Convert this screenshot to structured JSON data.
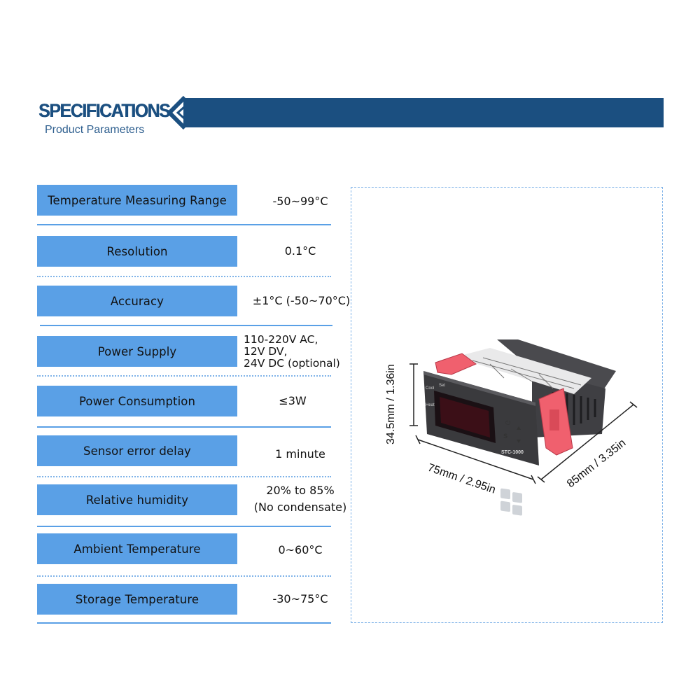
{
  "header": {
    "title": "SPECIFICATIONS",
    "subtitle": "Product Parameters"
  },
  "specs": [
    {
      "label": "Temperature Measuring Range",
      "value": "-50~99°C"
    },
    {
      "label": "Resolution",
      "value": "0.1°C"
    },
    {
      "label": "Accuracy",
      "value": "±1°C (-50~70°C)"
    },
    {
      "label": "Power Supply",
      "value": "110-220V AC,\n12V DV,\n24V DC (optional)"
    },
    {
      "label": "Power Consumption",
      "value": "≤3W"
    },
    {
      "label": "Sensor error delay",
      "value": "1 minute"
    },
    {
      "label": "Relative humidity",
      "value": "20% to 85%\n(No condensate)"
    },
    {
      "label": "Ambient Temperature",
      "value": "0~60°C"
    },
    {
      "label": "Storage Temperature",
      "value": "-30~75°C"
    }
  ],
  "product": {
    "model": "STC-1000",
    "panel_labels": {
      "cool": "Cool",
      "heat": "Heat",
      "set": "Set"
    },
    "button_power": "⏻",
    "button_set": "S",
    "dimensions": {
      "height": "34.5mm / 1.36in",
      "width": "75mm / 2.95in",
      "depth": "85mm / 3.35in"
    }
  },
  "colors": {
    "header_blue": "#1b4f80",
    "label_blue": "#5aa0e6",
    "device_body": "#3b3b3e",
    "clip_pink": "#f0606e",
    "display_red": "#d4203c"
  }
}
